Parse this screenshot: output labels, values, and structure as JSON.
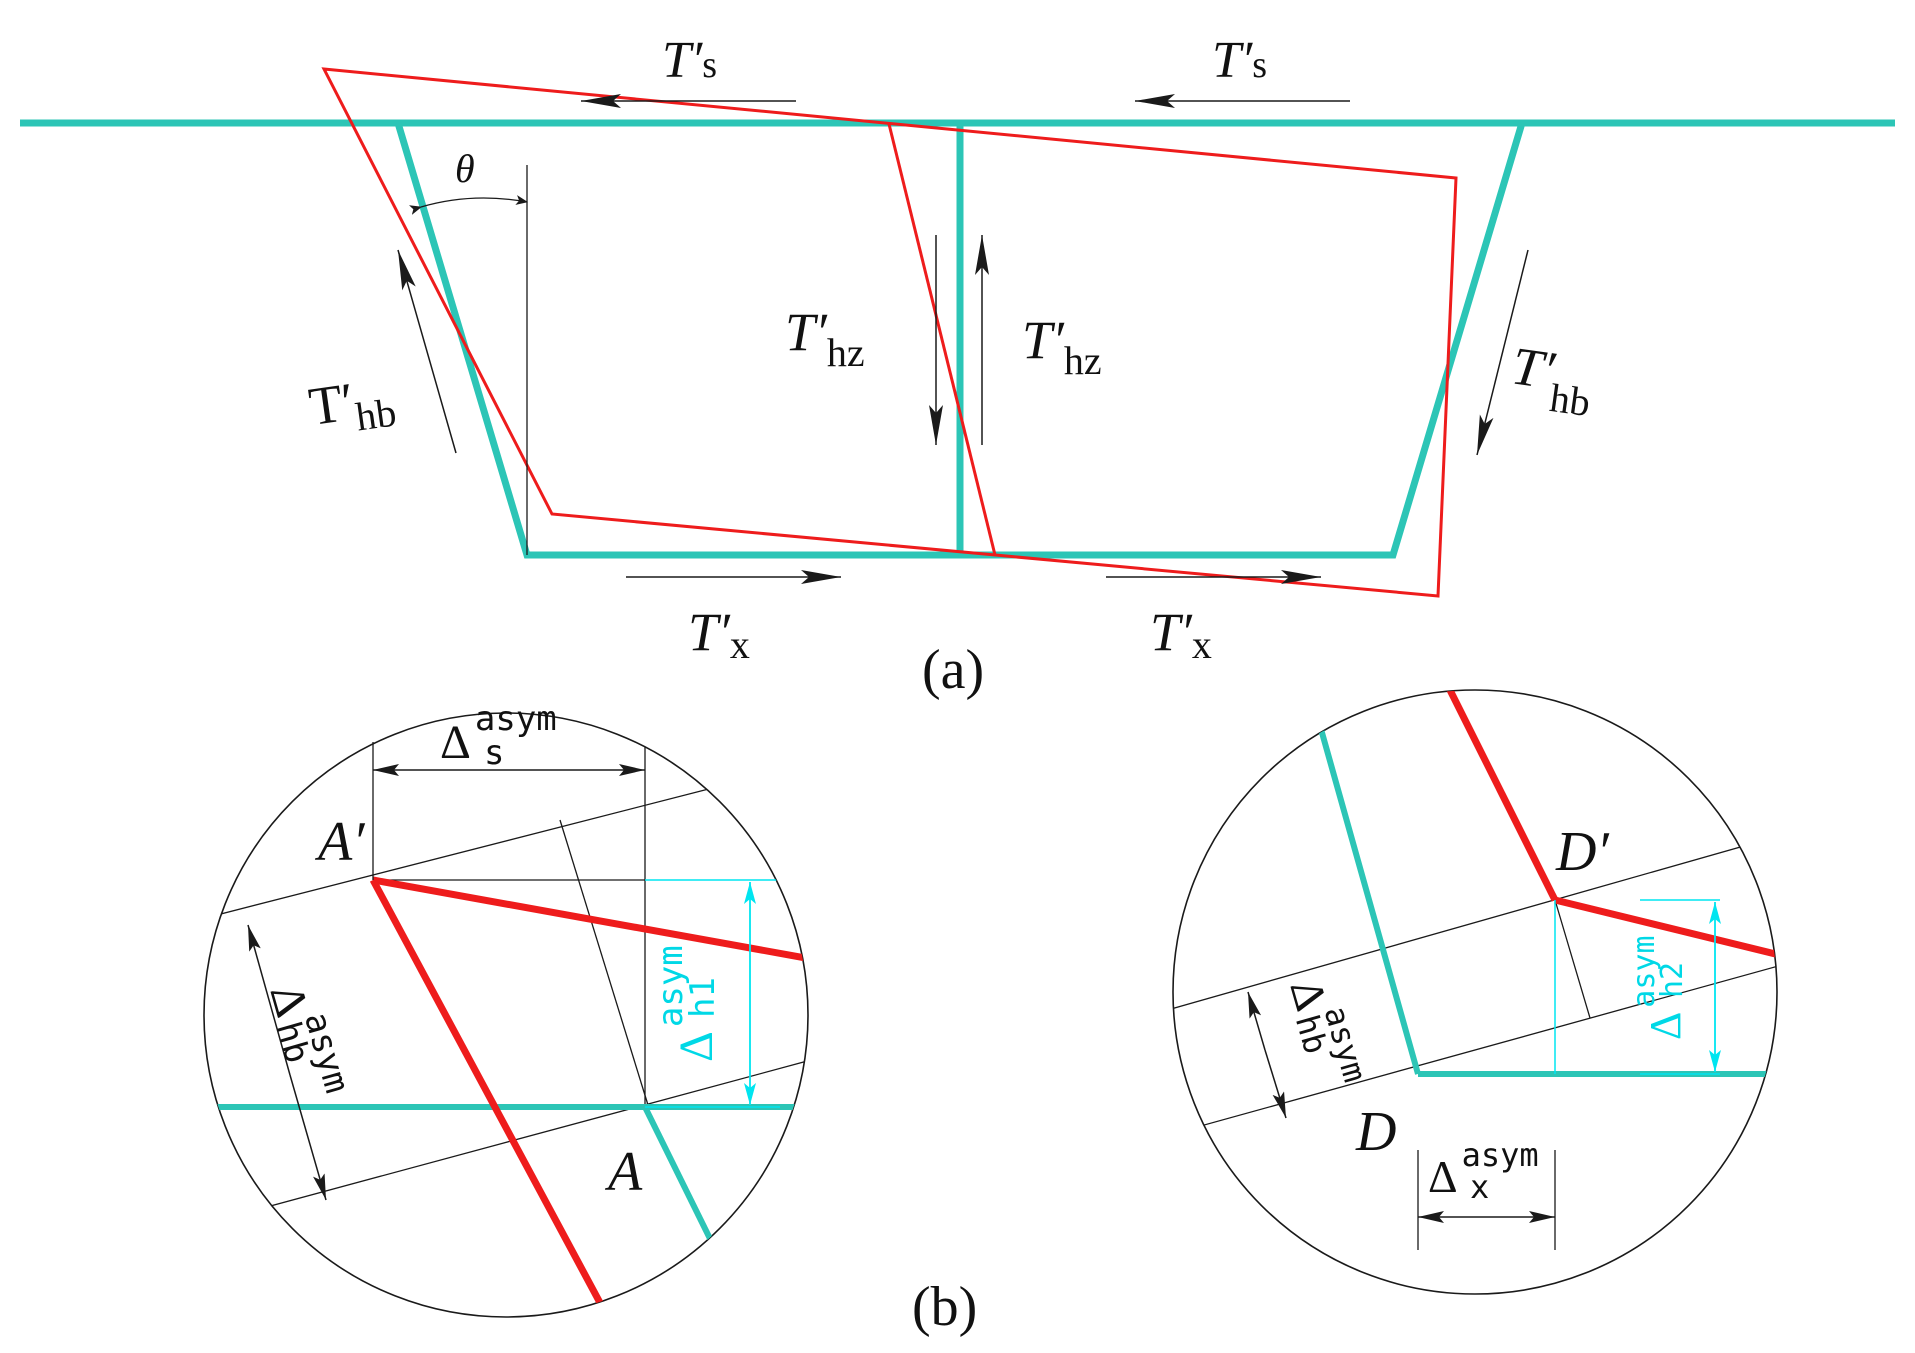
{
  "colors": {
    "original": "#2cc5b6",
    "deformed": "#ee1c1c",
    "dimension_cyan": "#00e5f0",
    "ink": "#111111"
  },
  "panel_a": {
    "caption": "(a)",
    "forces": {
      "top_left": {
        "base": "T′",
        "sub": "s"
      },
      "top_right": {
        "base": "T′",
        "sub": "s"
      },
      "left_web": {
        "base": "T′",
        "sub": "hb"
      },
      "center_left": {
        "base": "T′",
        "sub": "hz"
      },
      "center_right": {
        "base": "T′",
        "sub": "hz"
      },
      "right_web": {
        "base": "T′",
        "sub": "hb"
      },
      "bottom_left": {
        "base": "T′",
        "sub": "x"
      },
      "bottom_right": {
        "base": "T′",
        "sub": "x"
      }
    },
    "angle_label": "θ"
  },
  "panel_b": {
    "caption": "(b)",
    "left_detail": {
      "point_deformed": "A′",
      "point_original": "A",
      "delta_s": {
        "symbol": "Δ",
        "sub": "s",
        "sup": "asym"
      },
      "delta_hb": {
        "symbol": "Δ",
        "sub": "hb",
        "sup": "asym"
      },
      "delta_h1": {
        "symbol": "Δ",
        "sub": "h1",
        "sup": "asym"
      }
    },
    "right_detail": {
      "point_deformed": "D′",
      "point_original": "D",
      "delta_hb": {
        "symbol": "Δ",
        "sub": "hb",
        "sup": "asym"
      },
      "delta_h2": {
        "symbol": "Δ",
        "sub": "h2",
        "sup": "asym"
      },
      "delta_x": {
        "symbol": "Δ",
        "sub": "x",
        "sup": "asym"
      }
    }
  }
}
